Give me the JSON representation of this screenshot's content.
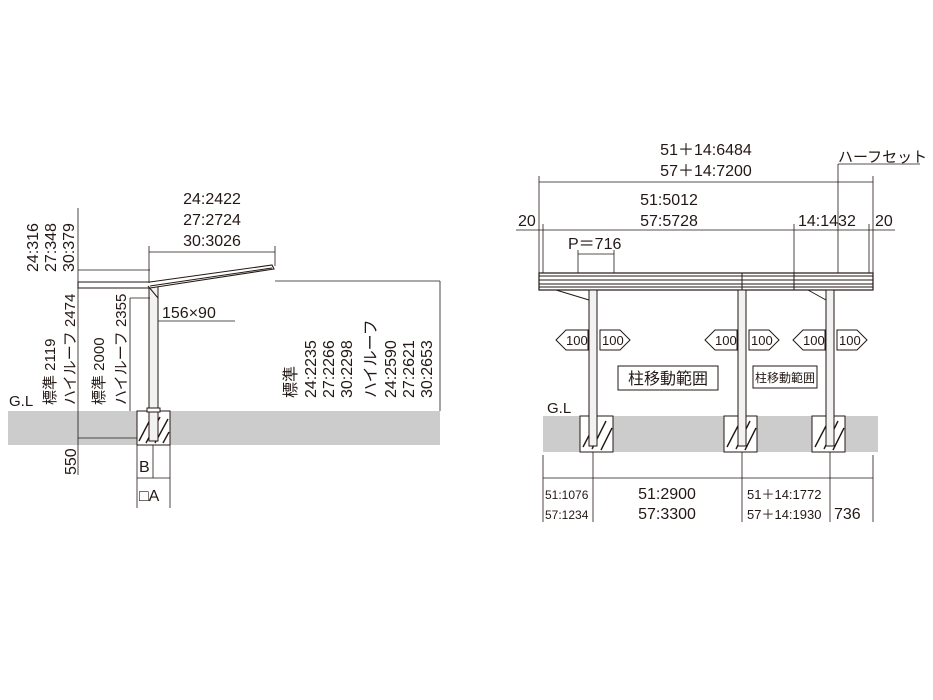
{
  "side_view": {
    "gl": "G.L",
    "width_dims": [
      "24:2422",
      "27:2724",
      "30:3026"
    ],
    "roof_rise_dims": [
      "24:316",
      "27:348",
      "30:379"
    ],
    "post_section": "156×90",
    "standard_height": "標準 2119",
    "high_roof_height": "ハイルーフ 2474",
    "standard_clear": "標準 2000",
    "high_roof_clear": "ハイルーフ 2355",
    "front_height_label_standard": "標準",
    "front_height_standard": [
      "24:2235",
      "27:2266",
      "30:2298"
    ],
    "front_height_label_high": "ハイルーフ",
    "front_height_high": [
      "24:2590",
      "27:2621",
      "30:2653"
    ],
    "embed_depth": "550",
    "foundation_b": "B",
    "foundation_a": "□A"
  },
  "front_view": {
    "gl": "G.L",
    "total_dims": [
      "51＋14:6484",
      "57＋14:7200"
    ],
    "half_set_label": "ハーフセット",
    "main_width_dims": [
      "51:5012",
      "57:5728"
    ],
    "end_margin": "20",
    "half_set_width": "14:1432",
    "pitch": "P＝716",
    "arrow_value": "100",
    "post_range_label": "柱移動範囲",
    "bottom_dims": {
      "left_offset": [
        "51:1076",
        "57:1234"
      ],
      "main_span": [
        "51:2900",
        "57:3300"
      ],
      "half_span": [
        "51＋14:1772",
        "57＋14:1930"
      ],
      "right_end": "736"
    }
  }
}
